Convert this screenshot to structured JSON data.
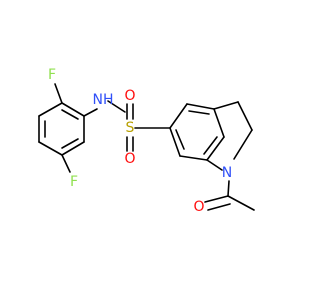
{
  "molecule": {
    "atoms": {
      "f_top": {
        "symbol": "F",
        "color": "#90E050"
      },
      "f_bottom": {
        "symbol": "F",
        "color": "#90E050"
      },
      "nh": {
        "symbol": "NH",
        "color": "#3050F8"
      },
      "s": {
        "symbol": "S",
        "color": "#B8A000"
      },
      "o_top": {
        "symbol": "O",
        "color": "#FF0D0D"
      },
      "o_bottom": {
        "symbol": "O",
        "color": "#FF0D0D"
      },
      "n_ring": {
        "symbol": "N",
        "color": "#3050F8"
      },
      "o_acetyl": {
        "symbol": "O",
        "color": "#FF0D0D"
      }
    }
  }
}
